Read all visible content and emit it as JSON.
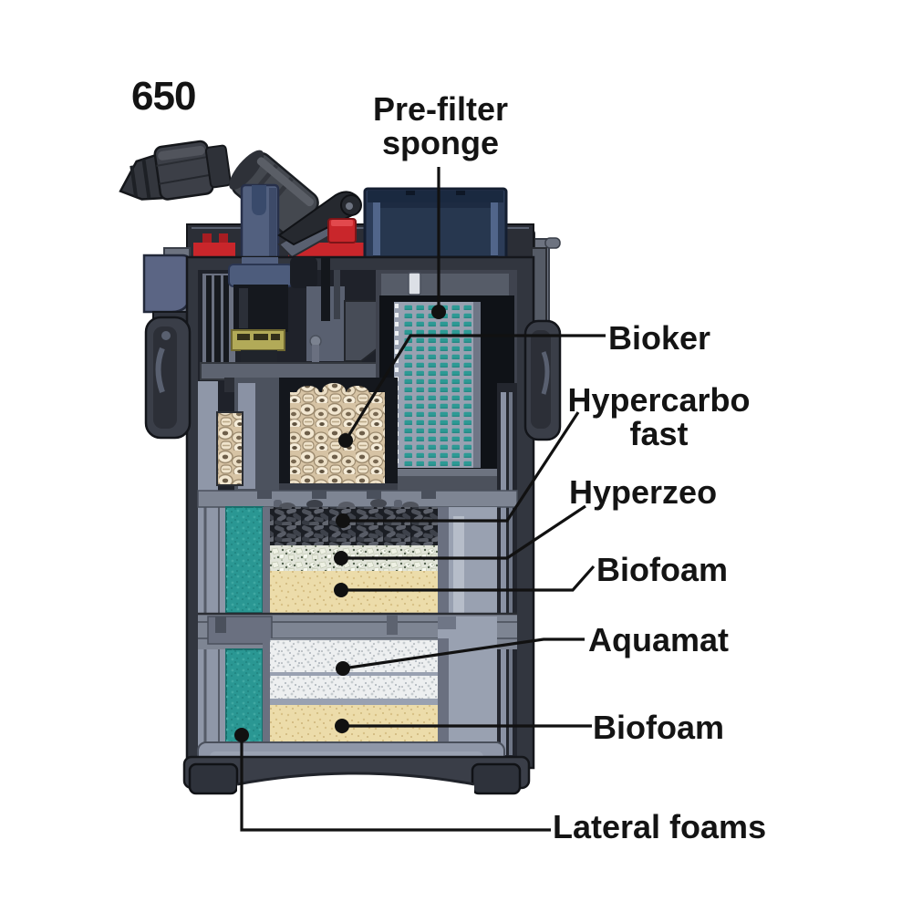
{
  "figure": {
    "model_number": "650",
    "description_type": "canister-filter-cutaway-diagram"
  },
  "callouts": {
    "pre_filter_line1": "Pre-filter",
    "pre_filter_line2": "sponge",
    "bioker": "Bioker",
    "hypercarbo_line1": "Hypercarbo",
    "hypercarbo_line2": "fast",
    "hyperzeo": "Hyperzeo",
    "biofoam_top": "Biofoam",
    "aquamat": "Aquamat",
    "biofoam_bottom": "Biofoam",
    "lateral_foams": "Lateral foams"
  },
  "colors": {
    "accent_red": "#c9262b",
    "prefilter_box_navy": "#2c3c58",
    "prefilter_sponge_teal": "#2d9a95",
    "lateral_foam_teal": "#2a9793",
    "bioker_rings_cream": "#d6c3a4",
    "hypercarbo_carbon_dark": "#1b1e24",
    "hyperzeo_light": "#e2e5da",
    "biofoam_cream": "#ecdcaa",
    "aquamat_white": "#edeff0",
    "body_gray_blue": "#8f97a8",
    "body_dark": "#32363f",
    "leader_line_black": "#111111"
  }
}
